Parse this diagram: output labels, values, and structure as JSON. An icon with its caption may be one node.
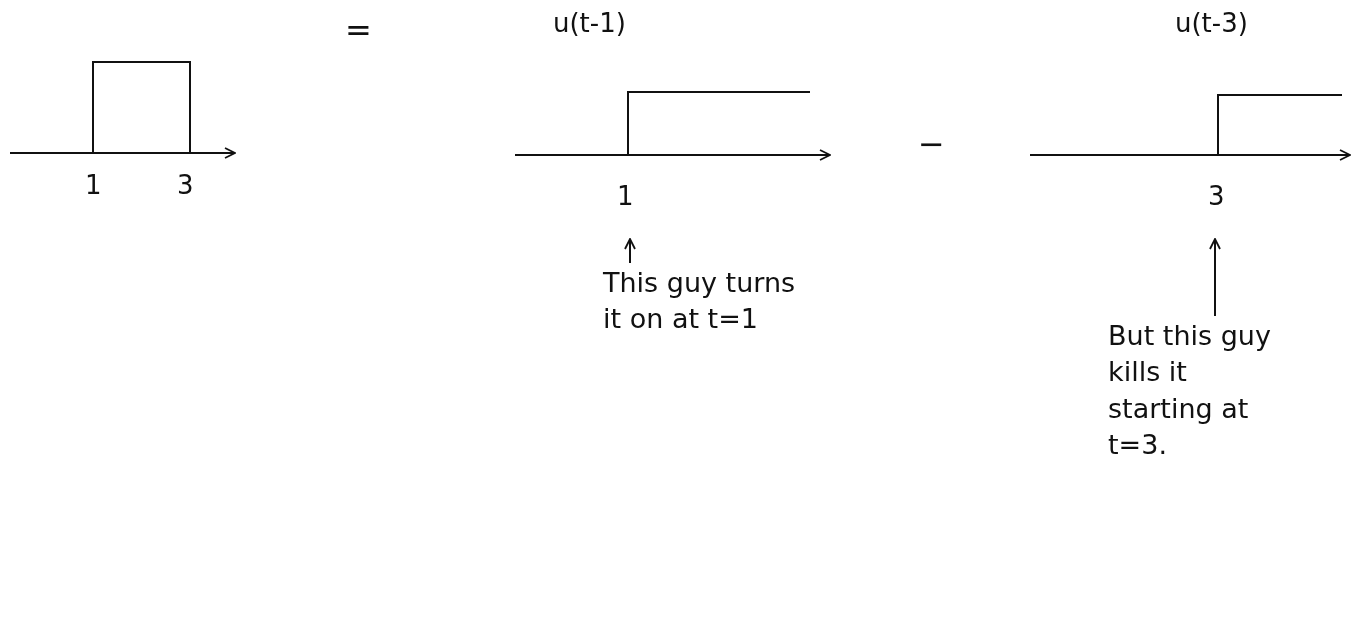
{
  "diagram": {
    "nodes": [
      {
        "text": [
          "1",
          "3"
        ]
      },
      {
        "text": [
          "u(t-1)",
          "1"
        ]
      },
      {
        "text": [
          "This guy turns it on at t=1"
        ]
      },
      {
        "text": [
          "u(t-3)",
          "3"
        ]
      },
      {
        "text": [
          "But this guy kills it starting at t=3."
        ]
      }
    ],
    "edges": [
      {
        "from": 2,
        "to": 1,
        "arrow": "to"
      },
      {
        "from": 4,
        "to": 3,
        "arrow": "to"
      }
    ],
    "labels": [
      "=",
      "−"
    ]
  }
}
